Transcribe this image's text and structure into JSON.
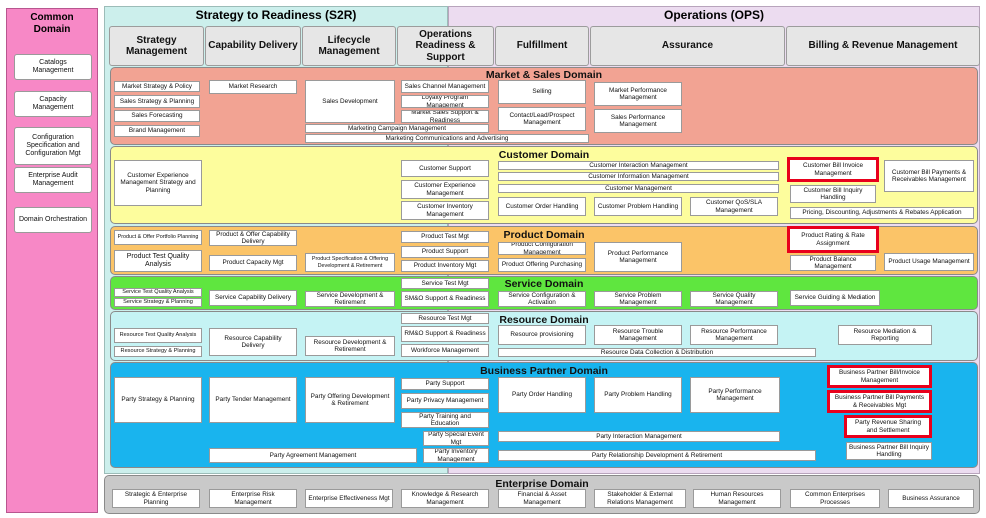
{
  "common": {
    "title": "Common Domain",
    "items": [
      "Catalogs Management",
      "Capacity Management",
      "Configuration Specification and Configuration Mgt",
      "Enterprise Audit Management",
      "Domain Orchestration"
    ]
  },
  "banner": {
    "s2r": "Strategy to Readiness (S2R)",
    "ops": "Operations (OPS)"
  },
  "columns": [
    "Strategy Management",
    "Capability Delivery",
    "Lifecycle Management",
    "Operations Readiness & Support",
    "Fulfillment",
    "Assurance",
    "Billing & Revenue Management"
  ],
  "domains": {
    "market": "Market & Sales Domain",
    "customer": "Customer Domain",
    "product": "Product Domain",
    "service": "Service Domain",
    "resource": "Resource Domain",
    "partner": "Business Partner Domain",
    "enterprise": "Enterprise Domain"
  },
  "market": {
    "b1": "Market Strategy & Policy",
    "b2": "Sales Strategy & Planning",
    "b3": "Sales Forecasting",
    "b4": "Brand Management",
    "b5": "Market Research",
    "b6": "Sales Development",
    "b7": "Sales Channel Management",
    "b8": "Loyalty Program Management",
    "b9": "Market Sales Support & Readiness",
    "b10": "Marketing Campaign Management",
    "b11": "Marketing Communications and Advertising",
    "b12": "Selling",
    "b13": "Contact/Lead/Prospect Management",
    "b14": "Market Performance Management",
    "b15": "Sales Performance Management"
  },
  "customer": {
    "b1": "Customer Experience Management Strategy and Planning",
    "b2": "Customer Support",
    "b3": "Customer Experience Management",
    "b4": "Customer Inventory Management",
    "b5": "Customer Interaction Management",
    "b6": "Customer Information Management",
    "b7": "Customer Management",
    "b8": "Customer Order Handling",
    "b9": "Customer Problem Handling",
    "b10": "Customer QoS/SLA Management",
    "b11": "Customer Bill Invoice Management",
    "b12": "Customer Bill Inquiry Handling",
    "b13": "Customer Bill Payments & Receivables Management",
    "b14": "Pricing, Discounting, Adjustments & Rebates Application"
  },
  "product": {
    "b1": "Product & Offer Portfolio Planning",
    "b2": "Product Test Quality Analysis",
    "b3": "Product & Offer Capability Delivery",
    "b4": "Product Capacity Mgt",
    "b5": "Product Specification & Offering Development & Retirement",
    "b6": "Product Test Mgt",
    "b7": "Product Support",
    "b8": "Product Inventory Mgt",
    "b9": "Product Configuration Management",
    "b10": "Product Offering Purchasing",
    "b11": "Product Performance Management",
    "b12": "Product Rating & Rate Assignment",
    "b13": "Product Balance Management",
    "b14": "Product Usage Management"
  },
  "service": {
    "b1": "Service Test Quality Analysis",
    "b2": "Service Strategy & Planning",
    "b3": "Service Capability Delivery",
    "b4": "Service Development & Retirement",
    "b5": "Service Test Mgt",
    "b6": "SM&O Support & Readiness",
    "b7": "Service Configuration & Activation",
    "b8": "Service Problem Management",
    "b9": "Service Quality Management",
    "b10": "Service Guiding & Mediation"
  },
  "resource": {
    "b1": "Resource Test Quality Analysis",
    "b2": "Resource Strategy & Planning",
    "b3": "Resource Capability Delivery",
    "b4": "Resource Development & Retirement",
    "b5": "Resource Test Mgt",
    "b6": "RM&O Support & Readiness",
    "b7": "Workforce Management",
    "b8": "Resource provisioning",
    "b9": "Resource Trouble Management",
    "b10": "Resource Performance Management",
    "b11": "Resource Data Collection & Distribution",
    "b12": "Resource Mediation & Reporting"
  },
  "partner": {
    "b1": "Party Strategy & Planning",
    "b2": "Party Tender Management",
    "b3": "Party Offering Development & Retirement",
    "b4": "Party Support",
    "b5": "Party Privacy Management",
    "b6": "Party Training and Education",
    "b7": "Party Special Event Mgt",
    "b8": "Party Inventory Management",
    "b9": "Party Order Handling",
    "b10": "Party Problem Handling",
    "b11": "Party Performance Management",
    "b12": "Business Partner Bill/Invoice Management",
    "b13": "Business Partner Bill Payments & Receivables Mgt",
    "b14": "Party Revenue Sharing and Settlement",
    "b15": "Business Partner Bill Inquiry Handling",
    "b16": "Party Interaction Management",
    "b17": "Party Relationship Development & Retirement",
    "b18": "Party Agreement Management"
  },
  "enterprise": {
    "items": [
      "Strategic & Enterprise Planning",
      "Enterprise Risk Management",
      "Enterprise Effectiveness Mgt",
      "Knowledge & Research Management",
      "Financial & Asset Management",
      "Stakeholder & External Relations Management",
      "Human Resources Management",
      "Common Enterprises Processes",
      "Business Assurance"
    ]
  },
  "colors": {
    "common": "#f788c6",
    "s2r": "#ccefec",
    "ops": "#ecdcf0",
    "market": "#f2a393",
    "customer": "#fdfd9d",
    "product": "#fbc468",
    "service": "#5fe63f",
    "resource": "#c5f3f4",
    "partner": "#19b4ee",
    "enterprise": "#c9c9c9",
    "highlight": "#e8001c"
  }
}
